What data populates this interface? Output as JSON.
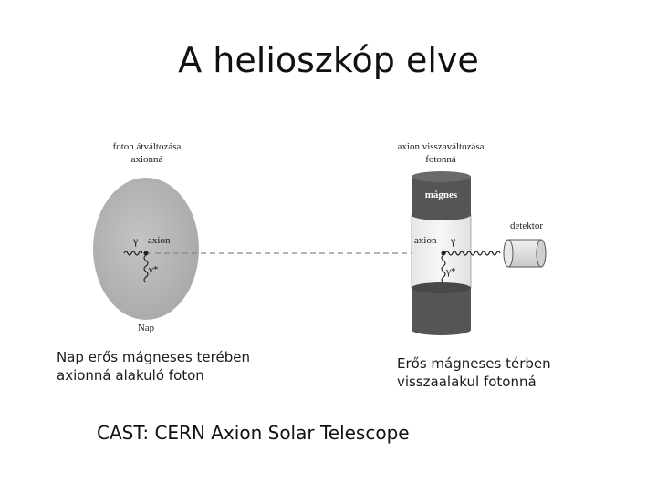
{
  "slide": {
    "title": "A helioszkóp elve",
    "caption_left": "Nap erős mágneses terében axionná alakuló foton",
    "caption_right": "Erős mágneses térben visszaalakul fotonná",
    "footer": "CAST: CERN Axion Solar Telescope"
  },
  "diagram": {
    "label_photon_to_axion_1": "foton átváltozása",
    "label_photon_to_axion_2": "axionná",
    "label_axion_to_photon_1": "axion visszaváltozása",
    "label_axion_to_photon_2": "fotonná",
    "sun_label": "Nap",
    "magnet_label": "mágnes",
    "detector_label": "detektor",
    "gamma": "γ",
    "gamma_star": "γ*",
    "axion_left": "axion",
    "axion_right": "axion",
    "gamma_right": "γ",
    "gamma_star_right": "γ*"
  }
}
